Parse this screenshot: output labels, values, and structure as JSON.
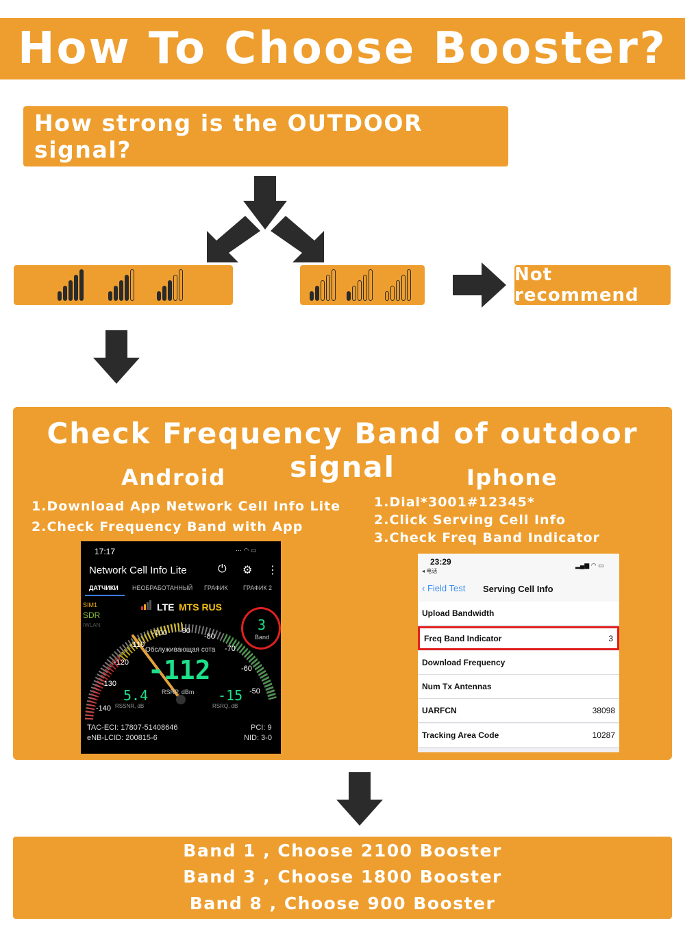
{
  "title": "How To Choose Booster?",
  "question": "How strong is the OUTDOOR signal?",
  "not_recommend": "Not recommend",
  "colors": {
    "accent": "#ee9e2e",
    "text_on_accent": "#ffffff",
    "arrow": "#2b2b2b"
  },
  "icons": {
    "signal_strong": "signal-strength-4-bars-icon",
    "signal_weak": "signal-strength-weak-icon",
    "arrow": "arrow-icon"
  },
  "check_title": "Check Frequency Band of outdoor signal",
  "android": {
    "title": "Android",
    "steps": [
      "1.Download App Network Cell Info Lite",
      "2.Check Frequency Band with App"
    ],
    "screen": {
      "time": "17:17",
      "app_title": "Network Cell Info Lite",
      "tabs": [
        "ДАТЧИКИ",
        "НЕОБРАБОТАННЫЙ",
        "ГРАФИК",
        "ГРАФИК 2"
      ],
      "sim": "SIM1",
      "sdr": "SDR",
      "iwlan": "IWLAN",
      "network": "LTE",
      "operator": "MTS RUS",
      "band_value": "3",
      "band_label": "Band",
      "gauge_ticks": [
        "-140",
        "-130",
        "-120",
        "-110",
        "-100",
        "-90",
        "-80",
        "-70",
        "-60",
        "-50"
      ],
      "serving_cell": "Обслуживающая сота",
      "rsrp_value": "-112",
      "rsrp_label": "RSRP, dBm",
      "rssnr_value": "5.4",
      "rssnr_label": "RSSNR, dB",
      "rsrq_value": "-15",
      "rsrq_label": "RSRQ, dB",
      "tac_eci": "TAC-ECI: 17807-51408646",
      "enb_lcid": "eNB-LCID: 200815-6",
      "pci": "PCI: 9",
      "nid": "NID: 3-0"
    }
  },
  "iphone": {
    "title": "Iphone",
    "steps": [
      "1.Dial*3001#12345*",
      "2.Click Serving Cell Info",
      "3.Check Freq Band Indicator"
    ],
    "screen": {
      "time": "23:29",
      "back_app": "◂ 电话",
      "back_label": "Field Test",
      "nav_title": "Serving Cell Info",
      "rows": [
        {
          "label": "Upload Bandwidth",
          "value": ""
        },
        {
          "label": "Freq Band Indicator",
          "value": "3"
        },
        {
          "label": "Download Frequency",
          "value": ""
        },
        {
          "label": "Num Tx Antennas",
          "value": ""
        },
        {
          "label": "UARFCN",
          "value": "38098"
        },
        {
          "label": "Tracking Area Code",
          "value": "10287"
        }
      ]
    }
  },
  "results": [
    "Band 1 , Choose 2100 Booster",
    "Band 3 , Choose 1800 Booster",
    "Band 8 , Choose 900 Booster"
  ]
}
